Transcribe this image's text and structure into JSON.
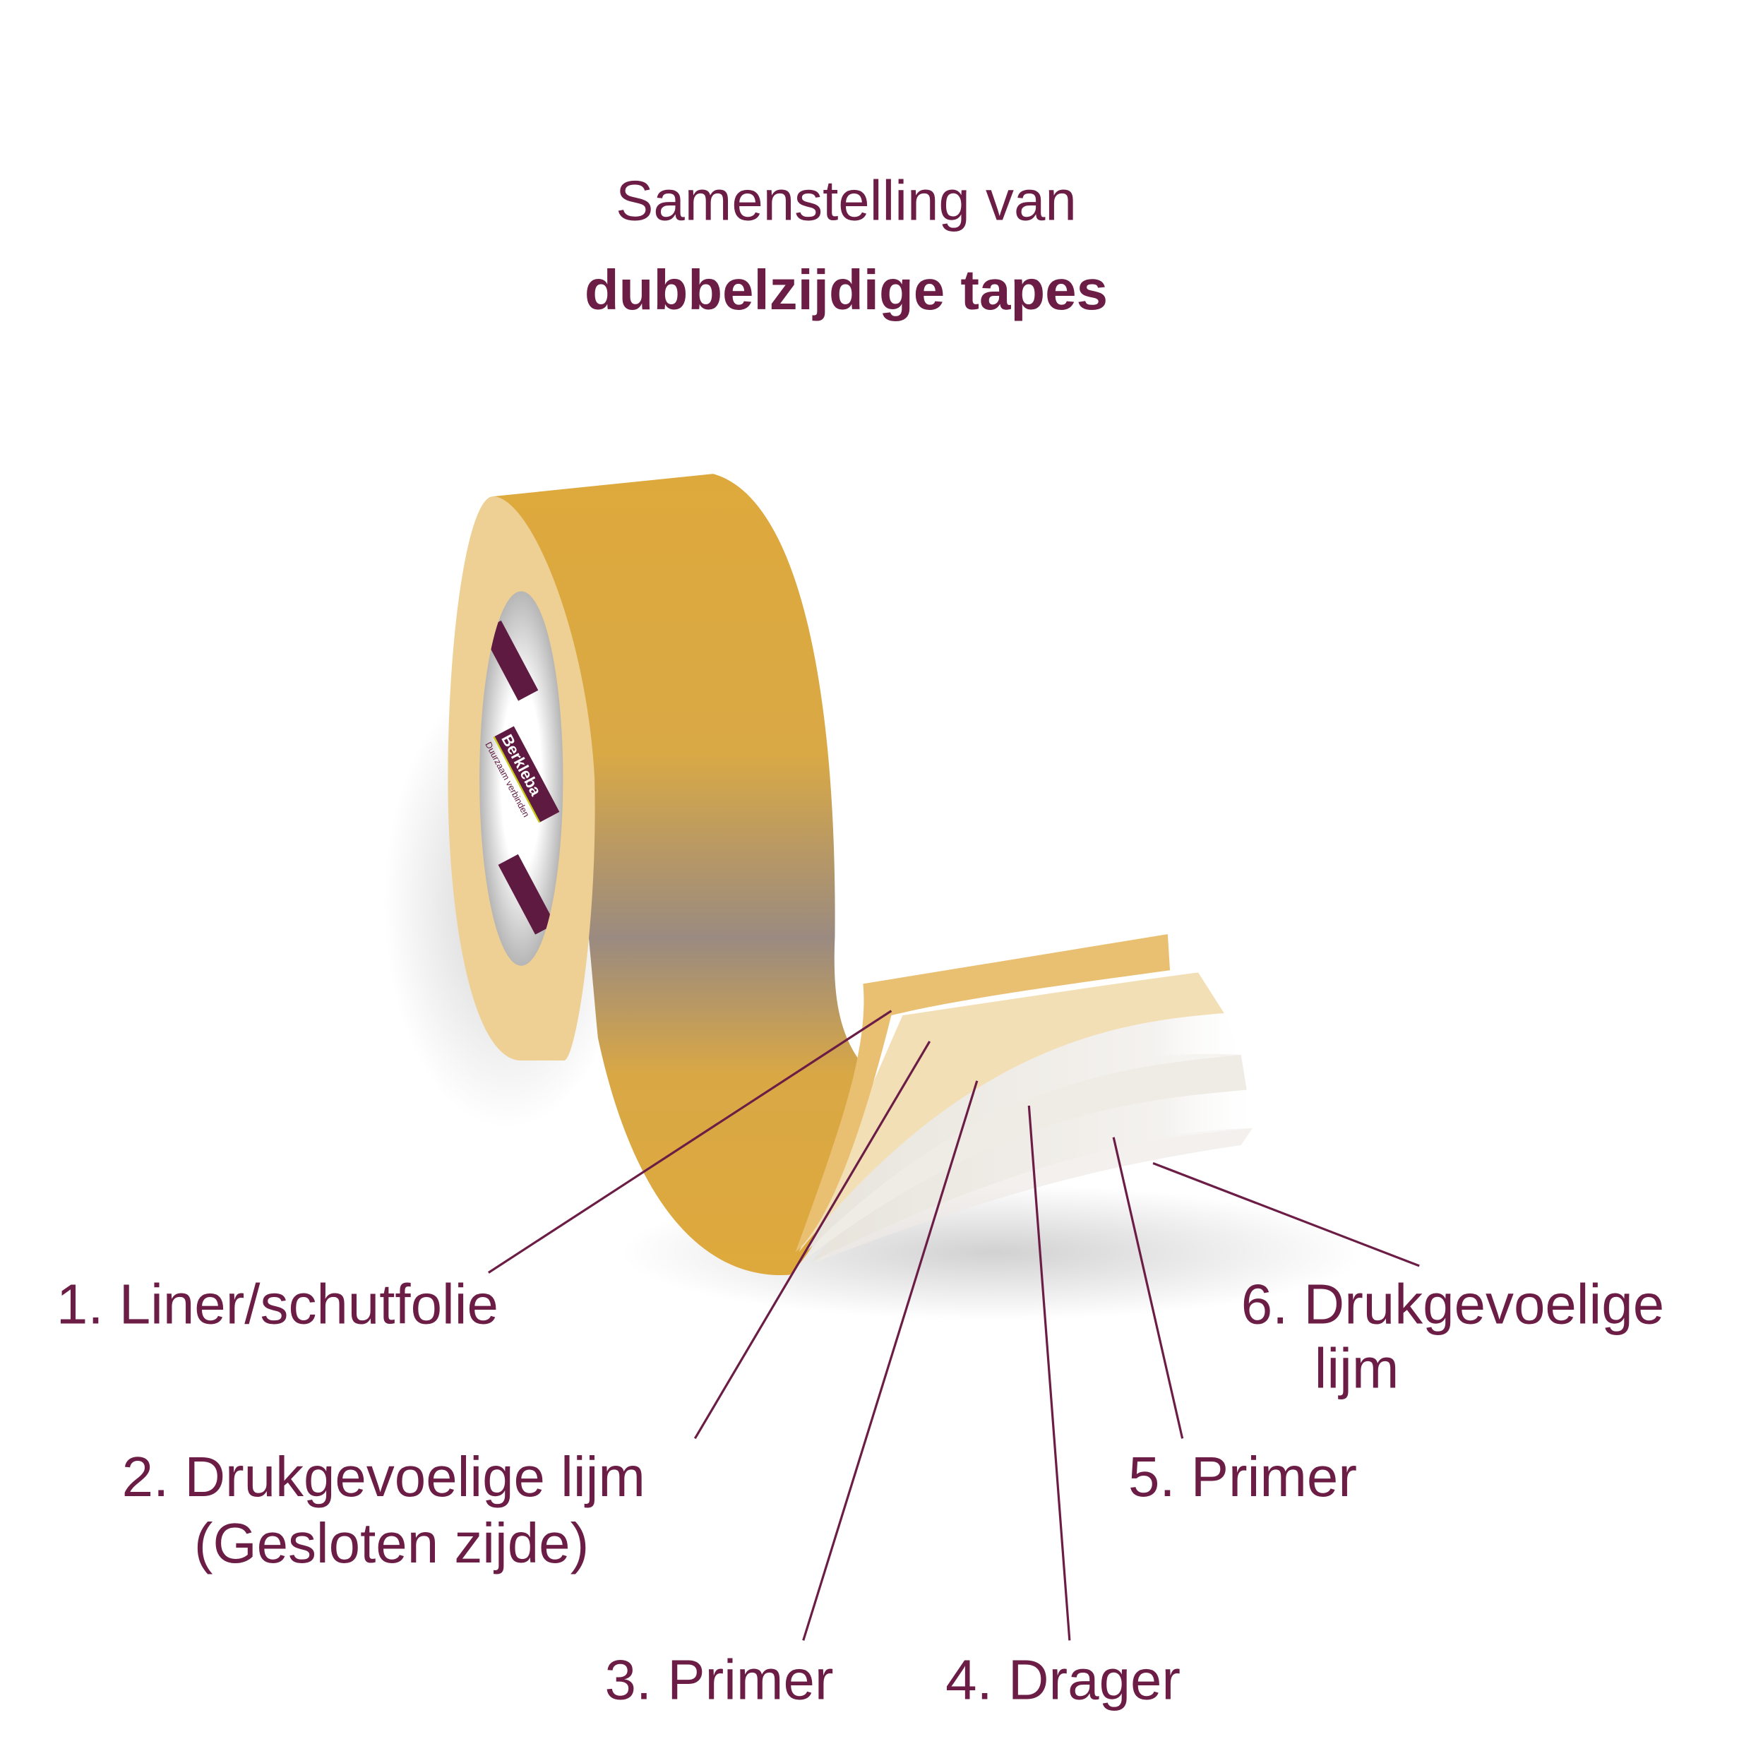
{
  "title": {
    "line1": "Samenstelling van",
    "line2": "dubbelzijdige tapes"
  },
  "labels": [
    {
      "id": 1,
      "lines": [
        "1. Liner/schutfolie"
      ]
    },
    {
      "id": 2,
      "lines": [
        "2. Drukgevoelige lijm",
        "(Gesloten zijde)"
      ]
    },
    {
      "id": 3,
      "lines": [
        "3. Primer"
      ]
    },
    {
      "id": 4,
      "lines": [
        "4. Drager"
      ]
    },
    {
      "id": 5,
      "lines": [
        "5. Primer"
      ]
    },
    {
      "id": 6,
      "lines": [
        "6. Drukgevoelige",
        "lijm"
      ]
    }
  ],
  "core_branding": {
    "brand": "Berkleba",
    "tagline": "Duurzaam verbinden"
  },
  "colors": {
    "text": "#6b1d45",
    "tape": "#dea93c",
    "tape_side": "#eecf94",
    "core_print": "#5e1a40",
    "accent": "#c8cc1a"
  }
}
